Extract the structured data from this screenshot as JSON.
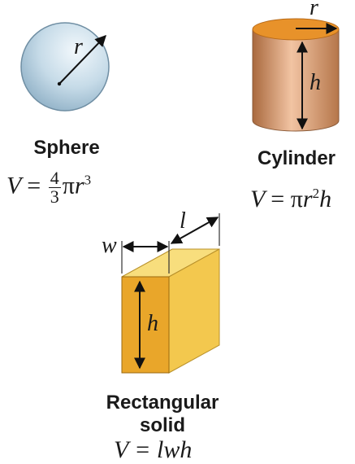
{
  "sphere": {
    "name": "Sphere",
    "radius_label": "r",
    "formula": {
      "V": "V",
      "eq": "=",
      "num": "4",
      "den": "3",
      "pi": "π",
      "r": "r",
      "exp": "3"
    }
  },
  "cylinder": {
    "name": "Cylinder",
    "radius_label": "r",
    "height_label": "h",
    "formula": {
      "V": "V",
      "eq": "=",
      "pi": "π",
      "r": "r",
      "exp": "2",
      "h": "h"
    }
  },
  "rect": {
    "name_line1": "Rectangular",
    "name_line2": "solid",
    "width_label": "w",
    "length_label": "l",
    "height_label": "h",
    "formula": {
      "text": "V = lwh"
    }
  },
  "colors": {
    "sphere_fill": "#c9dde9",
    "cylinder_body": "#d4956a",
    "cylinder_top": "#e8922a",
    "box_front": "#e9a62a",
    "box_top": "#f8de7d",
    "box_side": "#f3c84e"
  }
}
